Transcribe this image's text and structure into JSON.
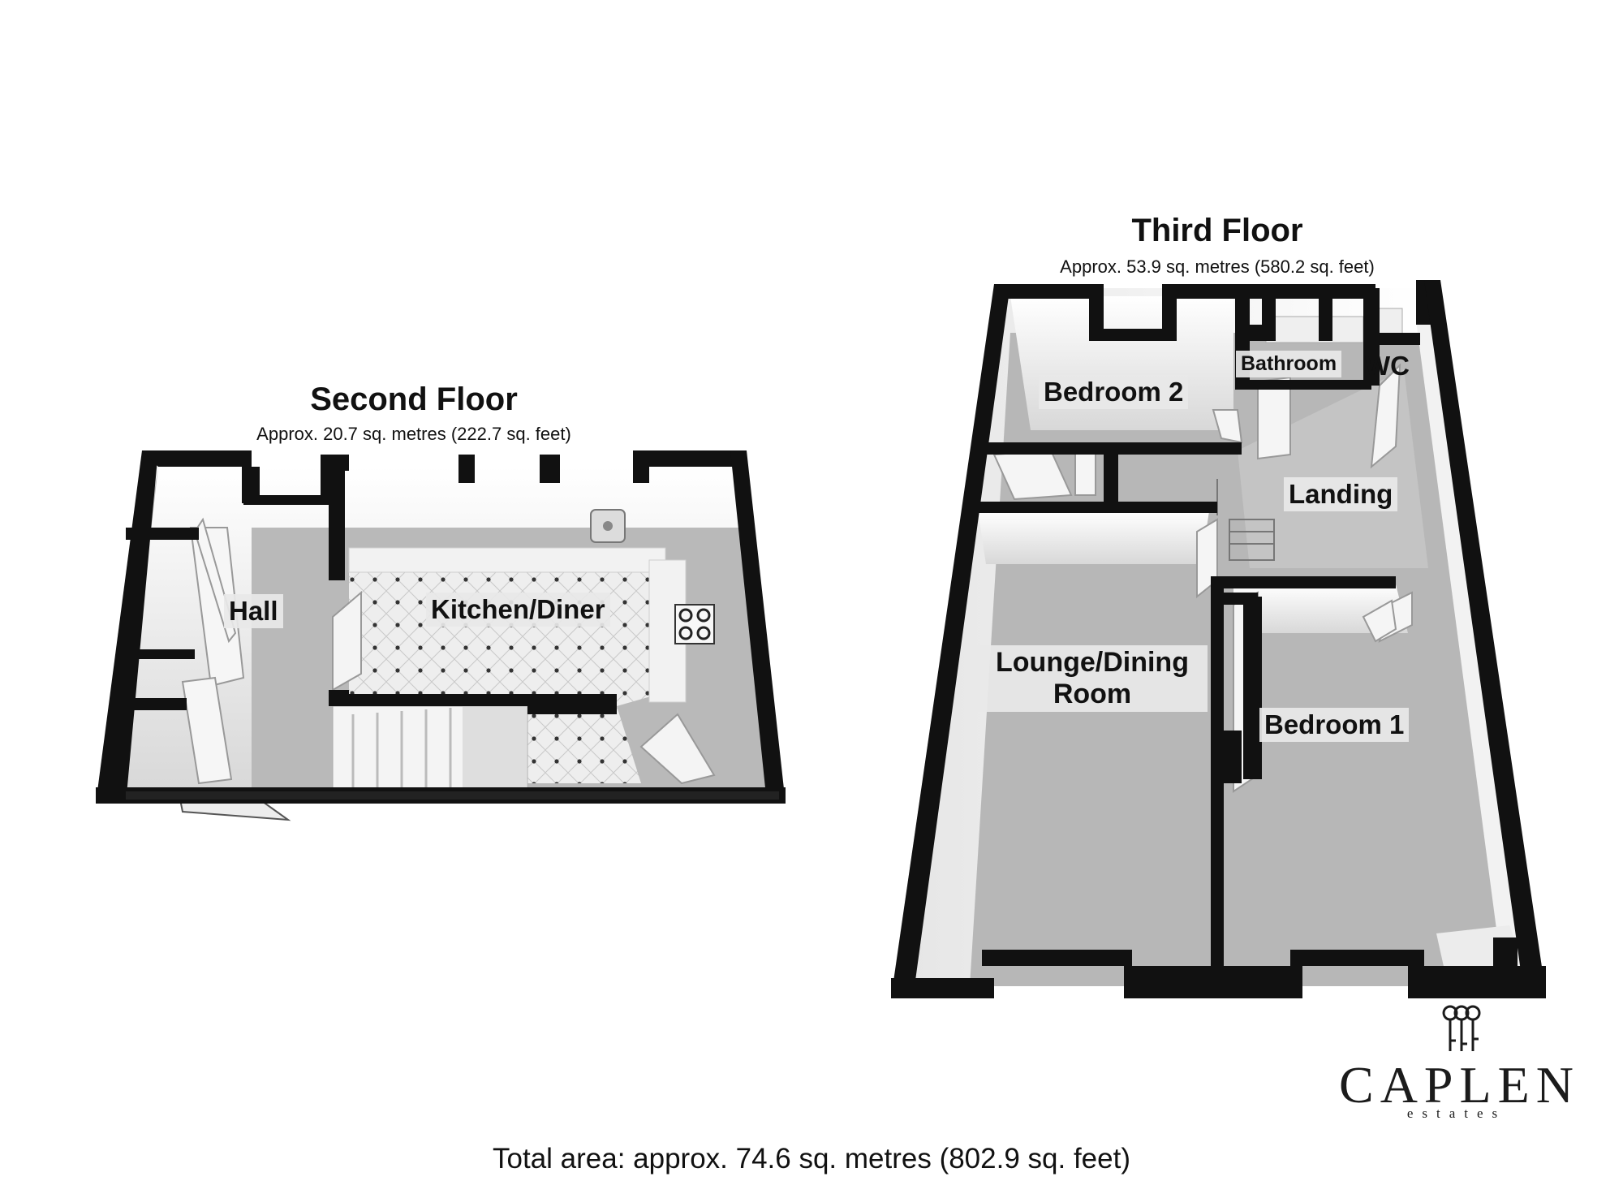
{
  "second_floor": {
    "title": "Second Floor",
    "area": "Approx. 20.7 sq. metres (222.7 sq. feet)",
    "rooms": {
      "hall": "Hall",
      "kitchen": "Kitchen/Diner"
    }
  },
  "third_floor": {
    "title": "Third Floor",
    "area": "Approx. 53.9 sq. metres (580.2 sq. feet)",
    "rooms": {
      "bedroom2": "Bedroom 2",
      "bathroom": "Bathroom",
      "wc": "WC",
      "landing": "Landing",
      "lounge_line1": "Lounge/Dining",
      "lounge_line2": "Room",
      "bedroom1": "Bedroom 1"
    }
  },
  "total_area": "Total area: approx. 74.6 sq. metres (802.9 sq. feet)",
  "brand": {
    "name": "CAPLEN",
    "sub": "estates",
    "icon": "keys-logo-icon"
  }
}
